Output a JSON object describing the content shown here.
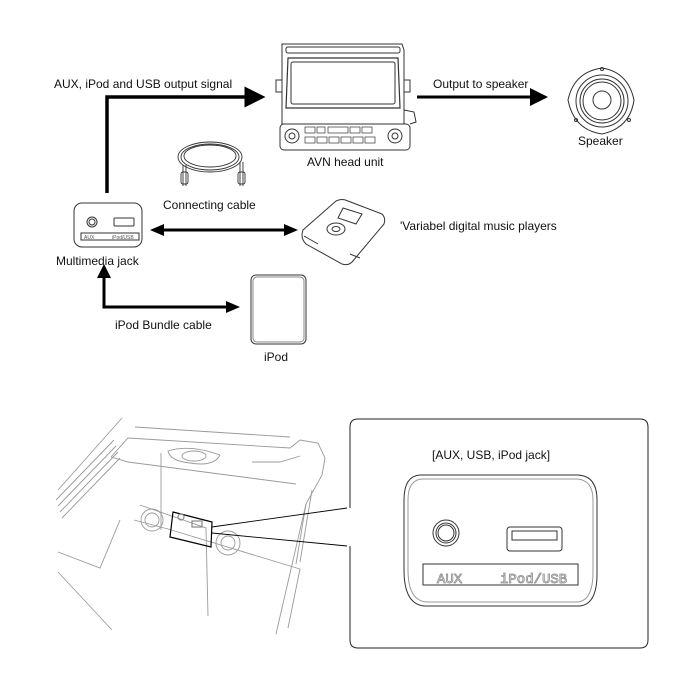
{
  "diagram": {
    "top": {
      "labels": {
        "aux_ipod_usb_signal": "AUX, iPod and USB output signal",
        "output_to_speaker": "Output to speaker",
        "avn_head_unit": "AVN head unit",
        "speaker": "Speaker",
        "connecting_cable": "Connecting cable",
        "multimedia_jack": "Multimedia jack",
        "digital_music_players": "'Variabel digital music players",
        "ipod_bundle_cable": "iPod Bundle cable",
        "ipod": "iPod"
      },
      "jack_small": {
        "aux_label": "AUX",
        "usb_label": "iPod/USB"
      }
    },
    "bottom": {
      "callout_title": "[AUX, USB, iPod jack]",
      "jack_large": {
        "aux_label": "AUX",
        "usb_label": "iPod/USB"
      }
    },
    "colors": {
      "line": "#000000",
      "sketch": "#9a9a9a",
      "background": "#ffffff"
    }
  }
}
